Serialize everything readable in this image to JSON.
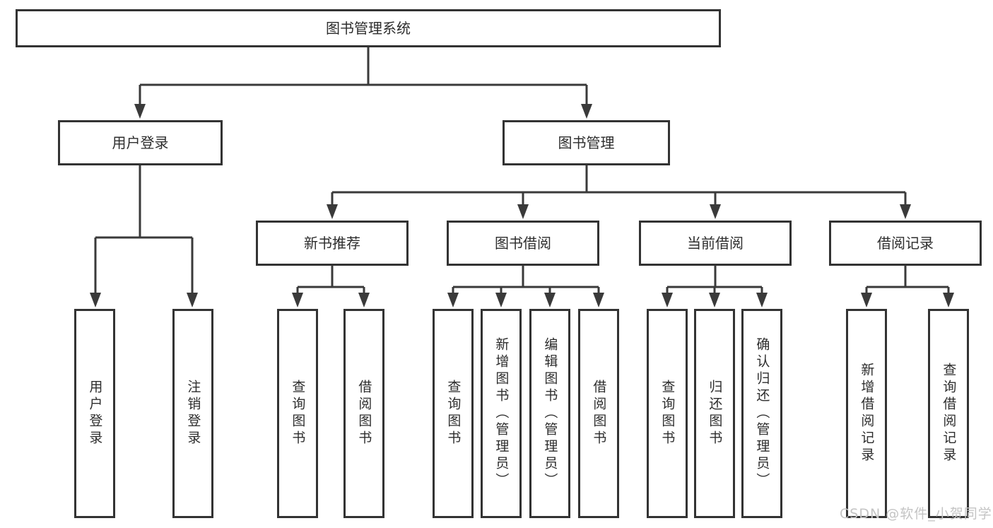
{
  "diagram": {
    "nodes": {
      "root": {
        "label": "图书管理系统"
      },
      "user_login": {
        "label": "用户登录"
      },
      "book_mgmt": {
        "label": "图书管理"
      },
      "new_book_rec": {
        "label": "新书推荐"
      },
      "book_borrow": {
        "label": "图书借阅"
      },
      "current_borrow": {
        "label": "当前借阅"
      },
      "borrow_records": {
        "label": "借阅记录"
      },
      "ul_user_login": {
        "label": "用户登录"
      },
      "ul_logout": {
        "label": "注销登录"
      },
      "nb_query": {
        "label": "查询图书"
      },
      "nb_borrow": {
        "label": "借阅图书"
      },
      "bb_query": {
        "label": "查询图书"
      },
      "bb_add": {
        "label": "新增图书（管理员）"
      },
      "bb_edit": {
        "label": "编辑图书（管理员）"
      },
      "bb_borrow": {
        "label": "借阅图书"
      },
      "cb_query": {
        "label": "查询图书"
      },
      "cb_return": {
        "label": "归还图书"
      },
      "cb_confirm": {
        "label": "确认归还（管理员）"
      },
      "br_add": {
        "label": "新增借阅记录"
      },
      "br_query": {
        "label": "查询借阅记录"
      }
    },
    "hierarchy": {
      "图书管理系统": {
        "用户登录": [
          "用户登录",
          "注销登录"
        ],
        "图书管理": {
          "新书推荐": [
            "查询图书",
            "借阅图书"
          ],
          "图书借阅": [
            "查询图书",
            "新增图书（管理员）",
            "编辑图书（管理员）",
            "借阅图书"
          ],
          "当前借阅": [
            "查询图书",
            "归还图书",
            "确认归还（管理员）"
          ],
          "借阅记录": [
            "新增借阅记录",
            "查询借阅记录"
          ]
        }
      }
    },
    "colors": {
      "box_border": "#333333",
      "connector": "#3a3a3a",
      "text": "#2d2d2d",
      "background": "#ffffff",
      "watermark": "#c4c4c4"
    }
  },
  "watermark": {
    "text": "CSDN @软件_小贺同学"
  }
}
